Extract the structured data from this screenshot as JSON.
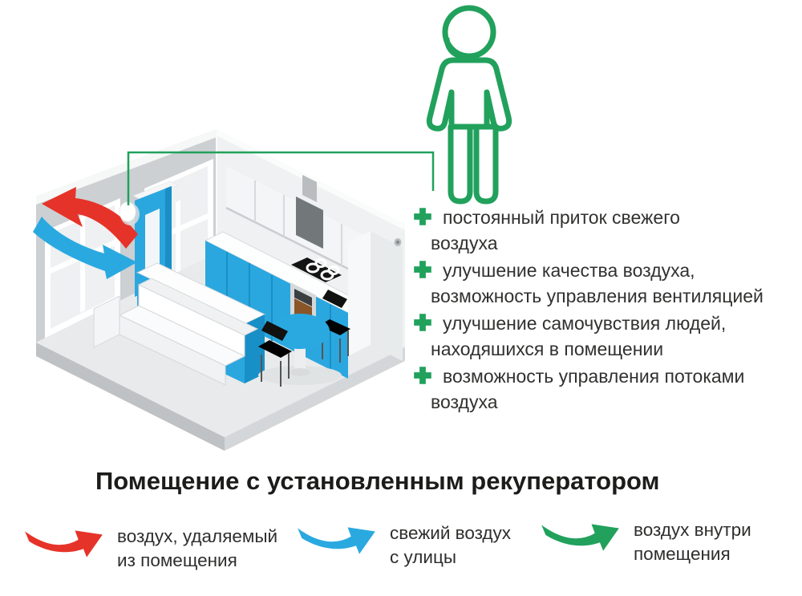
{
  "colors": {
    "red": "#e63329",
    "blue": "#2aa9e0",
    "green": "#21a15c",
    "text": "#313130",
    "title": "#1c1c1a"
  },
  "benefits": {
    "items": [
      {
        "lines": [
          "постоянный приток свежего",
          "воздуха"
        ]
      },
      {
        "lines": [
          "улучшение качества воздуха,",
          "возможность управления вентиляцией"
        ]
      },
      {
        "lines": [
          "улучшение самочувствия людей,",
          "находяшихся в помещении"
        ]
      },
      {
        "lines": [
          "возможность управления потоками",
          "воздуха"
        ]
      }
    ]
  },
  "title": {
    "text": "Помещение с установленным рекуператором"
  },
  "legend": {
    "items": [
      {
        "color": "#e63329",
        "lines": [
          "воздух, удаляемый",
          "из помещения"
        ]
      },
      {
        "color": "#2aa9e0",
        "lines": [
          "свежий воздух",
          "с улицы"
        ]
      },
      {
        "color": "#21a15c",
        "lines": [
          "воздух внутри",
          "помещения"
        ]
      }
    ]
  }
}
